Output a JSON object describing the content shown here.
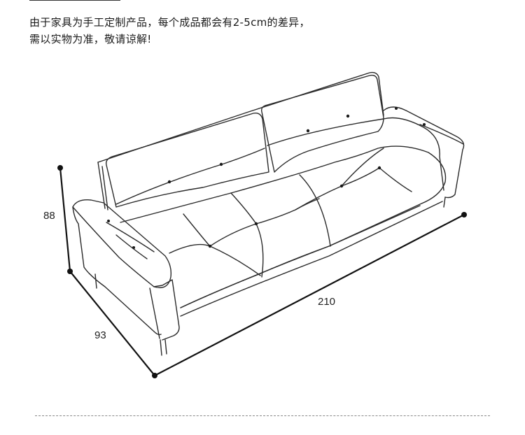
{
  "notice": {
    "line1": "由于家具为手工定制产品，每个成品都会有2-5cm的差异，",
    "line2": "需以实物为准，敬请谅解!"
  },
  "dimensions": {
    "height": "88",
    "depth": "93",
    "width": "210"
  }
}
